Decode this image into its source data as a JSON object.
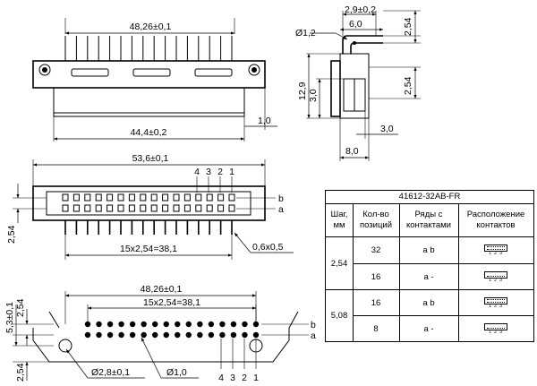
{
  "top_view": {
    "dim_width": "48,26±0,1",
    "dim_body": "44,4±0,2",
    "dim_edge": "1,0"
  },
  "side_view": {
    "dim_pitch": "2,9±0,2",
    "dim_depth": "6,0",
    "dim_hole": "Ø1,2",
    "dim_row_top": "2,54",
    "dim_row_bottom": "2,54",
    "dim_height": "12,9",
    "dim_face": "3,0",
    "dim_base": "8,0",
    "dim_tail": "3,0"
  },
  "front_view": {
    "dim_overall": "53,6±0,1",
    "pin_labels": [
      "4",
      "3",
      "2",
      "1"
    ],
    "row_a": "a",
    "row_b": "b",
    "dim_row_gap": "2,54",
    "dim_span": "15x2,54=38,1",
    "dim_pin": "0,6x0,5"
  },
  "bottom_view": {
    "dim_width": "48,26±0,1",
    "dim_span": "15x2,54=38,1",
    "dim_5_3": "5,3±0,1",
    "dim_top_254": "2,54",
    "dim_bottom_254": "2,54",
    "dim_mount_hole": "Ø2,8±0,1",
    "dim_pin_hole": "Ø1,0",
    "pin_labels": [
      "4",
      "3",
      "2",
      "1"
    ],
    "row_a": "a",
    "row_b": "b"
  },
  "table": {
    "title": "41612-32AB-FR",
    "headers": [
      "Шаг, мм",
      "Кол-во позиций",
      "Ряды с контактами",
      "Расположение контактов"
    ],
    "rows": [
      {
        "pitch": "2,54",
        "count": "32",
        "rows": "a b",
        "map": "1 2 3"
      },
      {
        "pitch": "",
        "count": "16",
        "rows": "a -",
        "map": "1 2 3"
      },
      {
        "pitch": "5,08",
        "count": "16",
        "rows": "a b",
        "map": "1 2 3"
      },
      {
        "pitch": "",
        "count": "8",
        "rows": "a -",
        "map": "1 2 3"
      }
    ]
  }
}
